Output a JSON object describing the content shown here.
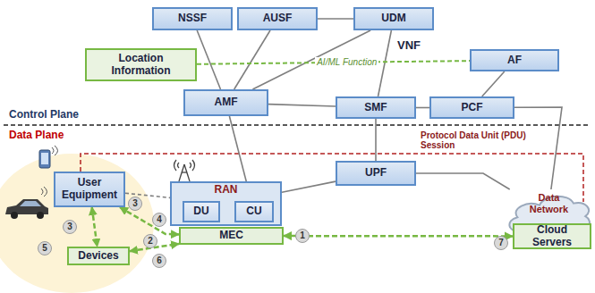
{
  "diagram": {
    "nodes": [
      {
        "text": [
          "NSSF"
        ]
      },
      {
        "text": [
          "AUSF"
        ]
      },
      {
        "text": [
          "UDM"
        ]
      },
      {
        "text": [
          "Location Information"
        ]
      },
      {
        "text": [
          "AF"
        ]
      },
      {
        "text": [
          "AMF"
        ]
      },
      {
        "text": [
          "SMF"
        ]
      },
      {
        "text": [
          "PCF"
        ]
      },
      {
        "text": [
          "UPF"
        ]
      },
      {
        "text": [
          "User Equipment"
        ]
      },
      {
        "text": [
          "RAN"
        ]
      },
      {
        "text": [
          "DU"
        ],
        "in": 10
      },
      {
        "text": [
          "CU"
        ],
        "in": 10
      },
      {
        "text": [
          "MEC"
        ]
      },
      {
        "text": [
          "Devices"
        ]
      },
      {
        "text": [
          "Data Network"
        ]
      },
      {
        "text": [
          "Cloud Servers"
        ]
      }
    ],
    "edges": [
      {
        "from": 0,
        "to": 5,
        "arrow": "none"
      },
      {
        "from": 1,
        "to": 5,
        "arrow": "none"
      },
      {
        "from": 2,
        "to": 1,
        "arrow": "none"
      },
      {
        "from": 2,
        "to": 5,
        "arrow": "none"
      },
      {
        "from": 2,
        "to": 6,
        "arrow": "none"
      },
      {
        "from": 3,
        "to": 4,
        "arrow": "none",
        "label": "AI/ML Function"
      },
      {
        "from": 5,
        "to": 6,
        "arrow": "none"
      },
      {
        "from": 6,
        "to": 7,
        "arrow": "none"
      },
      {
        "from": 7,
        "to": 4,
        "arrow": "none"
      },
      {
        "from": 6,
        "to": 8,
        "arrow": "none"
      },
      {
        "from": 5,
        "to": 12,
        "arrow": "none"
      },
      {
        "from": 9,
        "to": 10,
        "arrow": "none"
      },
      {
        "from": 8,
        "to": 10,
        "arrow": "none"
      },
      {
        "from": 8,
        "to": 15,
        "arrow": "none"
      },
      {
        "from": 7,
        "to": 15,
        "arrow": "none"
      },
      {
        "from": 13,
        "to": 16,
        "arrow": "both"
      },
      {
        "from": 9,
        "to": 13,
        "arrow": "both"
      },
      {
        "from": 14,
        "to": 13,
        "arrow": "both"
      },
      {
        "from": 9,
        "to": 14,
        "arrow": "both"
      }
    ],
    "labels": [
      "VNF",
      "Control Plane",
      "Data Plane",
      "Protocol Data Unit (PDU) Session",
      "1",
      "2",
      "3",
      "3",
      "4",
      "5",
      "6",
      "7"
    ]
  }
}
